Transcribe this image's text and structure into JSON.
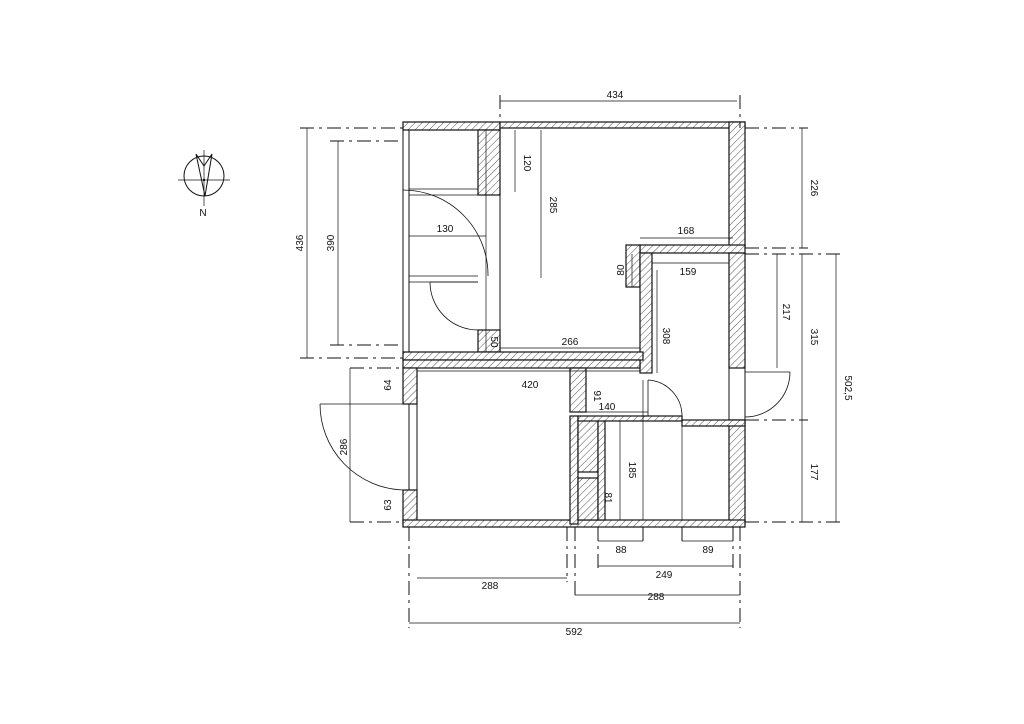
{
  "compass": {
    "label": "N"
  },
  "dimensions": {
    "top_width": "434",
    "left_outer_height": "436",
    "left_inner_height": "390",
    "closet_depth": "120",
    "room_height": "285",
    "closet_width": "130",
    "notch_width": "168",
    "notch_height": "80",
    "inner_width_right": "159",
    "right_room_height": "308",
    "right_upper_height": "217",
    "right_outer_upper": "226",
    "right_outer_mid": "315",
    "right_outer_total": "502,5",
    "corridor_width": "266",
    "wall_50": "50",
    "lower_width": "420",
    "wall_91": "91",
    "bath_width": "140",
    "left_lower_64": "64",
    "left_lower_286": "286",
    "left_lower_63": "63",
    "bath_height": "185",
    "bath_81": "81",
    "right_lower_177": "177",
    "bottom_88": "88",
    "bottom_89": "89",
    "bottom_249": "249",
    "bottom_288_left": "288",
    "bottom_288_right": "288",
    "bottom_total": "592"
  }
}
